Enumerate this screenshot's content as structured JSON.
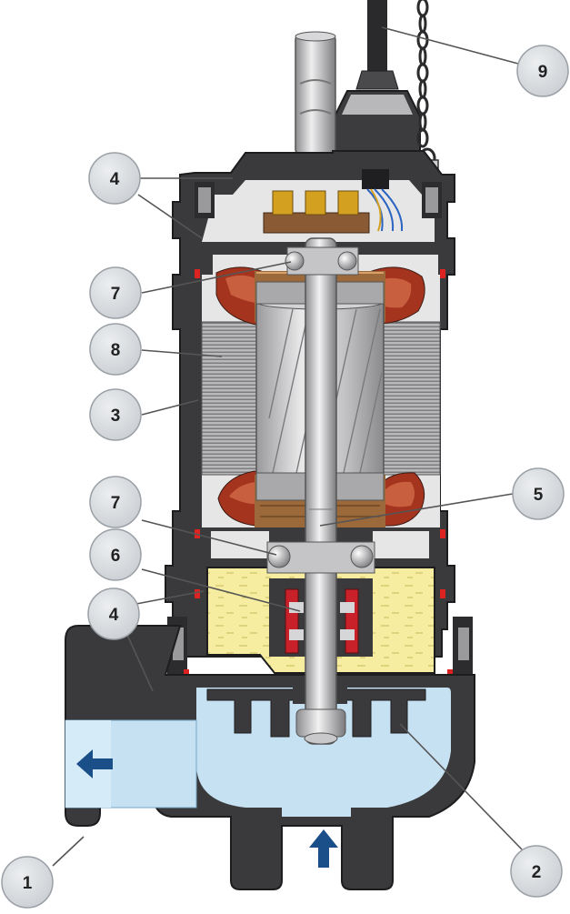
{
  "callouts": [
    {
      "id": "c1",
      "label": "1"
    },
    {
      "id": "c2",
      "label": "2"
    },
    {
      "id": "c3",
      "label": "3"
    },
    {
      "id": "c4a",
      "label": "4"
    },
    {
      "id": "c4b",
      "label": "4"
    },
    {
      "id": "c5",
      "label": "5"
    },
    {
      "id": "c6",
      "label": "6"
    },
    {
      "id": "c7a",
      "label": "7"
    },
    {
      "id": "c7b",
      "label": "7"
    },
    {
      "id": "c8",
      "label": "8"
    },
    {
      "id": "c9",
      "label": "9"
    }
  ],
  "colors": {
    "casing": "#3a3a3c",
    "casing_edge": "#1d1d1f",
    "air": "#e6e6e7",
    "water": "#c6e1f2",
    "oil": "#f6eda0",
    "stator": "#8f8f92",
    "rotor": "#b8b8bb",
    "winding": "#a5341f",
    "copper": "#9c6a3a",
    "arrow": "#1b4f8a",
    "bubble": "#d7dadd",
    "bubble_edge": "#9aa0a6",
    "leader": "#555555"
  },
  "icons": {
    "outlet_arrow": "arrow-left-icon",
    "inlet_arrow": "arrow-up-icon"
  }
}
